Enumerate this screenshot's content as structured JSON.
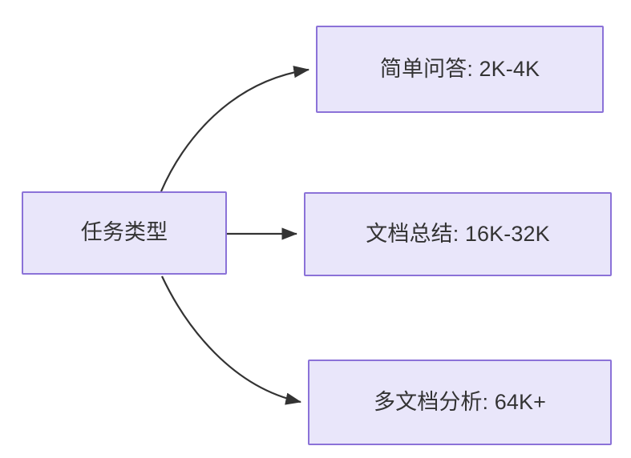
{
  "diagram": {
    "type": "flowchart",
    "direction": "left-to-right",
    "background_color": "#ffffff",
    "node_fill_color": "#e9e6fa",
    "node_border_color": "#8b72d8",
    "node_text_color": "#333333",
    "edge_color": "#333333",
    "source": {
      "id": "task-type",
      "label": "任务类型"
    },
    "targets": [
      {
        "id": "simple-qa",
        "label": "简单问答: 2K-4K",
        "edge_style": "curved"
      },
      {
        "id": "doc-summary",
        "label": "文档总结: 16K-32K",
        "edge_style": "straight"
      },
      {
        "id": "multi-doc-analysis",
        "label": "多文档分析: 64K+",
        "edge_style": "curved"
      }
    ],
    "edges": [
      {
        "id": "edge-0",
        "from": "任务类型",
        "to": "简单问答: 2K-4K",
        "arrowhead": "triangle"
      },
      {
        "id": "edge-1",
        "from": "任务类型",
        "to": "文档总结: 16K-32K",
        "arrowhead": "triangle"
      },
      {
        "id": "edge-2",
        "from": "任务类型",
        "to": "多文档分析: 64K+",
        "arrowhead": "triangle"
      }
    ]
  }
}
